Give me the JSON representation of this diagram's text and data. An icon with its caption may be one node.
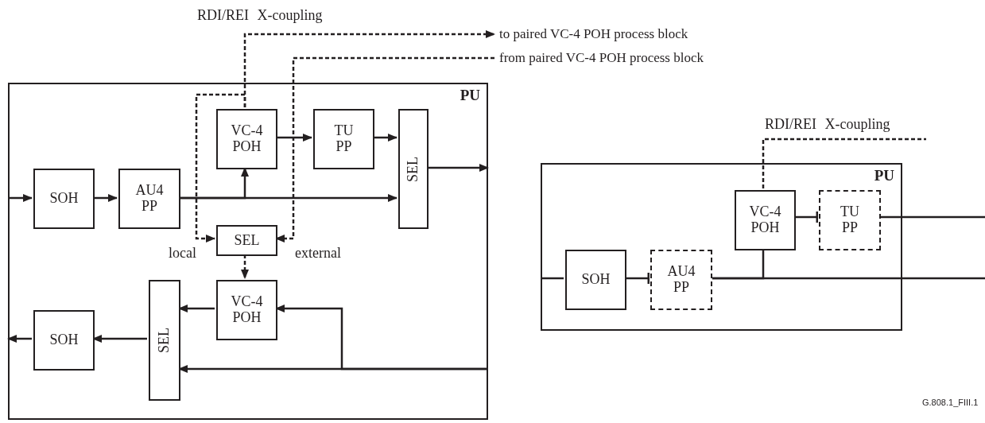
{
  "diagram": {
    "nodes": [
      {
        "text": [
          "PU"
        ]
      },
      {
        "text": [
          "SOH"
        ],
        "in": 0
      },
      {
        "text": [
          "AU4 PP"
        ],
        "in": 0
      },
      {
        "text": [
          "VC-4 POH"
        ],
        "in": 0
      },
      {
        "text": [
          "TU PP"
        ],
        "in": 0
      },
      {
        "text": [
          "SEL"
        ],
        "in": 0
      },
      {
        "text": [
          "SEL"
        ],
        "in": 0
      },
      {
        "text": [
          "VC-4 POH"
        ],
        "in": 0
      },
      {
        "text": [
          "SEL"
        ],
        "in": 0
      },
      {
        "text": [
          "SOH"
        ],
        "in": 0
      },
      {
        "text": [
          "to paired VC-4 POH process block"
        ]
      },
      {
        "text": [
          "from paired VC-4 POH process block"
        ]
      },
      {
        "text": [
          "PU"
        ]
      },
      {
        "text": [
          "VC-4 POH"
        ],
        "in": 12
      },
      {
        "text": [
          "TU PP"
        ],
        "in": 12
      },
      {
        "text": [
          "SOH"
        ],
        "in": 12
      },
      {
        "text": [
          "AU4 PP"
        ],
        "in": 12
      }
    ],
    "edges": [
      {
        "from": null,
        "to": 1,
        "arrow": "to"
      },
      {
        "from": 1,
        "to": 2,
        "arrow": "to"
      },
      {
        "from": 2,
        "to": 5,
        "arrow": "to"
      },
      {
        "from": 2,
        "to": 3,
        "arrow": "to"
      },
      {
        "from": 3,
        "to": 4,
        "arrow": "to"
      },
      {
        "from": 4,
        "to": 5,
        "arrow": "to"
      },
      {
        "from": 5,
        "to": null,
        "arrow": "to"
      },
      {
        "from": 3,
        "to": 10,
        "arrow": "to",
        "style": "dashed"
      },
      {
        "from": 3,
        "to": 6,
        "arrow": "to",
        "style": "dashed",
        "label": "local"
      },
      {
        "from": 11,
        "to": 6,
        "arrow": "to",
        "style": "dashed",
        "label": "external"
      },
      {
        "from": 6,
        "to": 7,
        "arrow": "to",
        "style": "dashed"
      },
      {
        "from": 7,
        "to": 8,
        "arrow": "to"
      },
      {
        "from": null,
        "to": 7,
        "arrow": "to"
      },
      {
        "from": null,
        "to": 8,
        "arrow": "to"
      },
      {
        "from": 8,
        "to": 9,
        "arrow": "to"
      },
      {
        "from": 9,
        "to": null,
        "arrow": "to"
      },
      {
        "from": 13,
        "to": null,
        "arrow": "none",
        "style": "dashed"
      },
      {
        "from": null,
        "to": 15,
        "arrow": "none"
      },
      {
        "from": 15,
        "to": 16,
        "arrow": "other"
      },
      {
        "from": null,
        "to": 16,
        "arrow": "other"
      },
      {
        "from": 13,
        "to": 16,
        "arrow": "other"
      },
      {
        "from": 13,
        "to": 14,
        "arrow": "other"
      },
      {
        "from": null,
        "to": 14,
        "arrow": "other"
      }
    ],
    "labels": [
      "RDI/REI X-coupling",
      "RDI/REI X-coupling",
      "G.808.1_FIII.1"
    ]
  }
}
